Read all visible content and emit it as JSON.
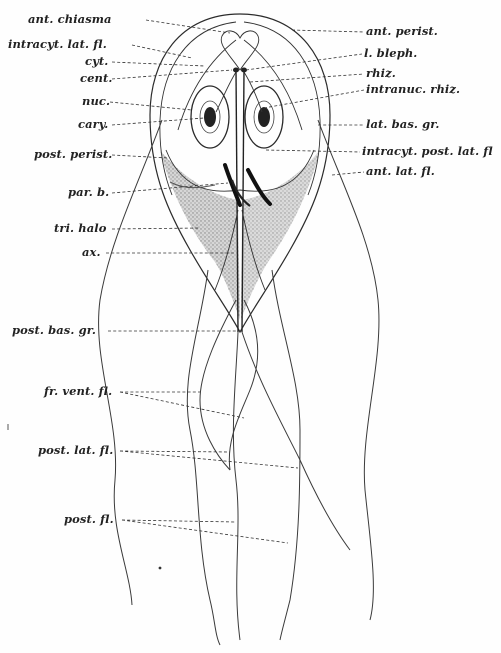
{
  "figure": {
    "labels_left": [
      "ant. chiasma",
      "intracyt. lat. fl.",
      "cyt.",
      "cent.",
      "nuc.",
      "cary.",
      "post. perist.",
      "par. b.",
      "tri. halo",
      "ax.",
      "post. bas. gr.",
      "fr. vent. fl.",
      "post. lat. fl.",
      "post. fl."
    ],
    "labels_right": [
      "ant. perist.",
      "l. bleph.",
      "rhiz.",
      "intranuc. rhiz.",
      "lat. bas. gr.",
      "intracyt. post. lat. fl",
      "ant. lat. fl."
    ]
  }
}
